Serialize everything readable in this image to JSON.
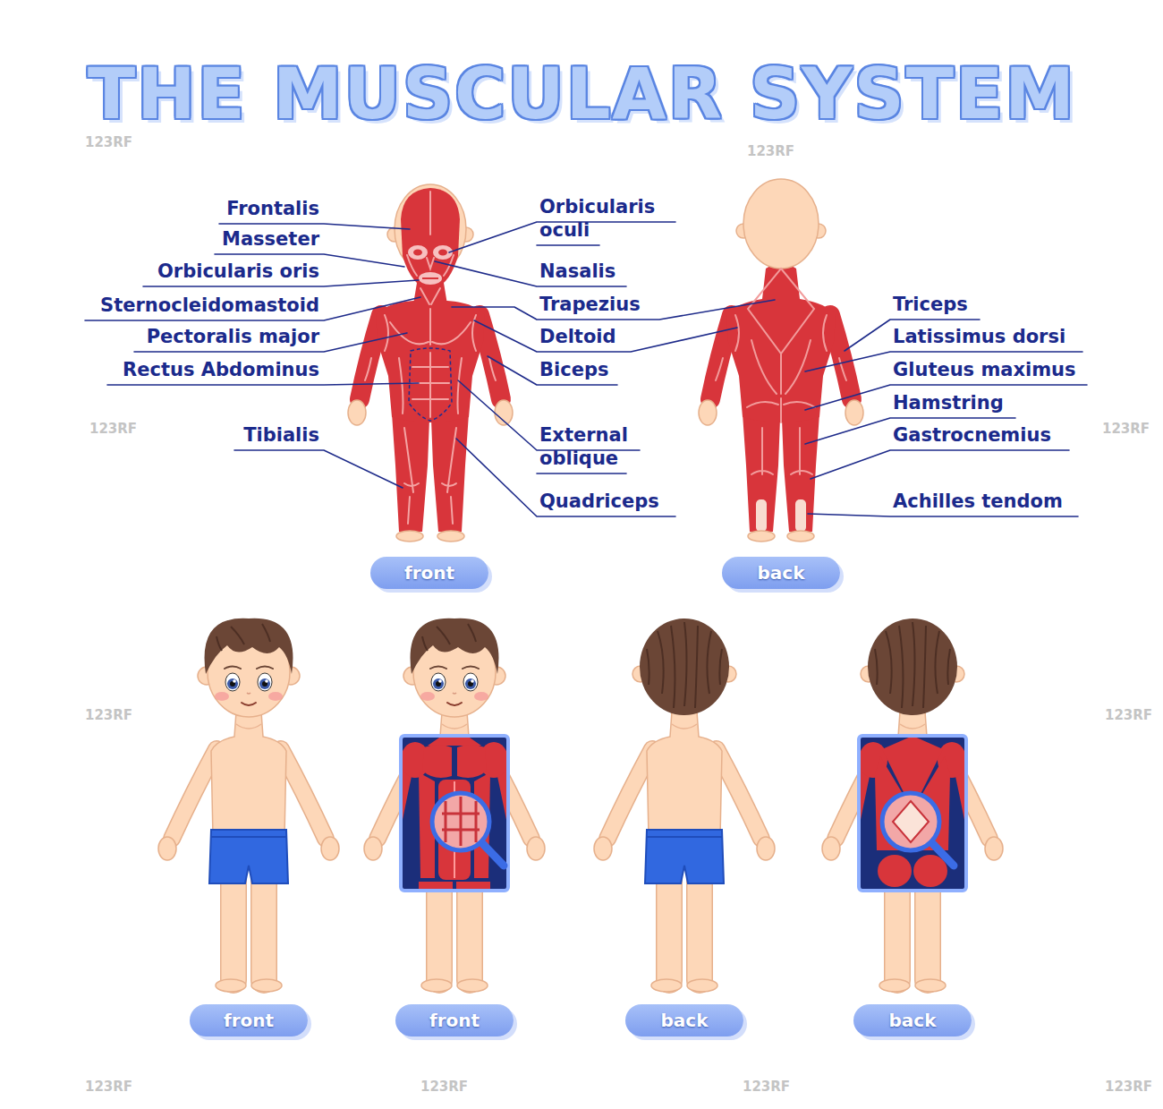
{
  "diagram": {
    "title": "THE MUSCULAR SYSTEM",
    "nodes": [
      {
        "text": [
          "front"
        ]
      },
      {
        "text": [
          "back"
        ]
      },
      {
        "text": [
          "front"
        ]
      },
      {
        "text": [
          "front"
        ]
      },
      {
        "text": [
          "back"
        ]
      },
      {
        "text": [
          "back"
        ]
      }
    ],
    "labels": [
      "Frontalis",
      "Masseter",
      "Orbicularis oris",
      "Sternocleidomastoid",
      "Pectoralis major",
      "Rectus Abdominus",
      "Tibialis",
      "Orbicularis oculi",
      "Nasalis",
      "Trapezius",
      "Deltoid",
      "Biceps",
      "External oblique",
      "Quadriceps",
      "Triceps",
      "Latissimus dorsi",
      "Gluteus maximus",
      "Hamstring",
      "Gastrocnemius",
      "Achilles tendom",
      "123RF",
      "123RF",
      "123RF",
      "123RF",
      "123RF",
      "123RF",
      "123RF",
      "123RF",
      "123RF",
      "123RF"
    ]
  }
}
